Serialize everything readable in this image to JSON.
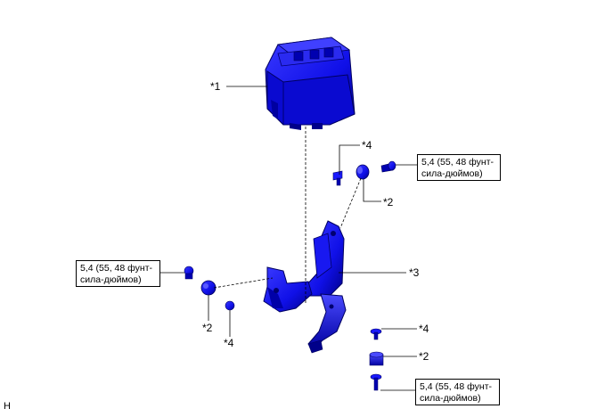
{
  "labels": {
    "abs_actuator": "*1",
    "cushion_top": "*2",
    "cushion_left": "*2",
    "cushion_bottom": "*2",
    "bracket": "*3",
    "collar_top": "*4",
    "collar_left": "*4",
    "collar_bottom": "*4"
  },
  "torque": {
    "line1": "5,4 (55, 48 фунт-",
    "line2": "сила-дюймов)"
  },
  "figure_code": "H",
  "colors": {
    "part_fill": "#1a1aff",
    "part_dark": "#0000a8",
    "part_shadow": "#000066",
    "leader": "#000000"
  }
}
